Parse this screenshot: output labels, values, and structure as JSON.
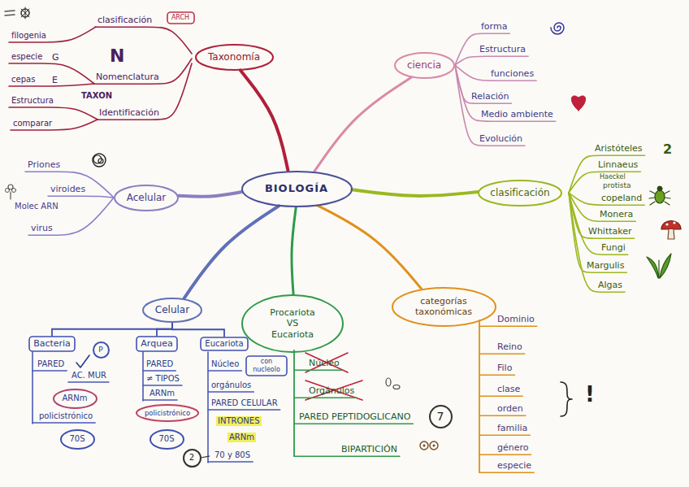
{
  "diagram": {
    "nodes": [
      {
        "text": [
          "BIOLOGÍA"
        ]
      },
      {
        "text": [
          "Taxonomía"
        ]
      },
      {
        "text": [
          "ARCH"
        ]
      },
      {
        "text": [
          "ciencia"
        ]
      },
      {
        "text": [
          "clasificación"
        ]
      },
      {
        "text": [
          "Acelular"
        ]
      },
      {
        "text": [
          "Celular"
        ]
      },
      {
        "text": [
          "Procariota VS Eucariota"
        ]
      },
      {
        "text": [
          "categorías taxonómicas"
        ]
      },
      {
        "text": [
          "Bacteria"
        ]
      },
      {
        "text": [
          "Arquea"
        ]
      },
      {
        "text": [
          "Eucariota"
        ]
      },
      {
        "text": [
          "P"
        ]
      },
      {
        "text": [
          "ARNm"
        ]
      },
      {
        "text": [
          "70S"
        ]
      },
      {
        "text": [
          "policistrónico"
        ]
      },
      {
        "text": [
          "70S"
        ]
      },
      {
        "text": [
          "2"
        ]
      },
      {
        "text": [
          "con nucleolo"
        ]
      },
      {
        "text": [
          "7"
        ]
      }
    ],
    "edges": [
      {
        "from": 0,
        "to": 1,
        "arrow": "none"
      },
      {
        "from": 0,
        "to": 3,
        "arrow": "none"
      },
      {
        "from": 0,
        "to": 4,
        "arrow": "none"
      },
      {
        "from": 0,
        "to": 8,
        "arrow": "none"
      },
      {
        "from": 0,
        "to": 7,
        "arrow": "none"
      },
      {
        "from": 0,
        "to": 6,
        "arrow": "none"
      },
      {
        "from": 0,
        "to": 5,
        "arrow": "none"
      },
      {
        "from": 6,
        "to": 9,
        "arrow": "none"
      },
      {
        "from": 6,
        "to": 10,
        "arrow": "none"
      },
      {
        "from": 6,
        "to": 11,
        "arrow": "none"
      }
    ],
    "labels": [
      "clasificación",
      "filogenia",
      "N",
      "especie",
      "G",
      "cepas",
      "E",
      "Nomenclatura",
      "TAXON",
      "Identificación",
      "Estructura",
      "comparar",
      "forma",
      "Estructura",
      "funciones",
      "Relación",
      "Medio ambiente",
      "Evolución",
      "Aristóteles",
      "2",
      "Linnaeus",
      "Haeckel",
      "protista",
      "copeland",
      "Monera",
      "Whittaker",
      "Fungi",
      "Margulis",
      "Algas",
      "Priones",
      "viroides",
      "Molec ARN",
      "virus",
      "PARED",
      "AC. MUR",
      "policistrónico",
      "PARED",
      "≠ TIPOS",
      "ARNm",
      "Núcleo",
      "orgánulos",
      "PARED CELULAR",
      "INTRONES",
      "ARNm",
      "70 y 80S",
      "Núcleo",
      "Orgánulos",
      "PARED PEPTIDOGLICANO",
      "BIPARTICIÓN",
      "Dominio",
      "Reino",
      "Filo",
      "clase",
      "orden",
      "familia",
      "género",
      "especie",
      "!"
    ]
  }
}
